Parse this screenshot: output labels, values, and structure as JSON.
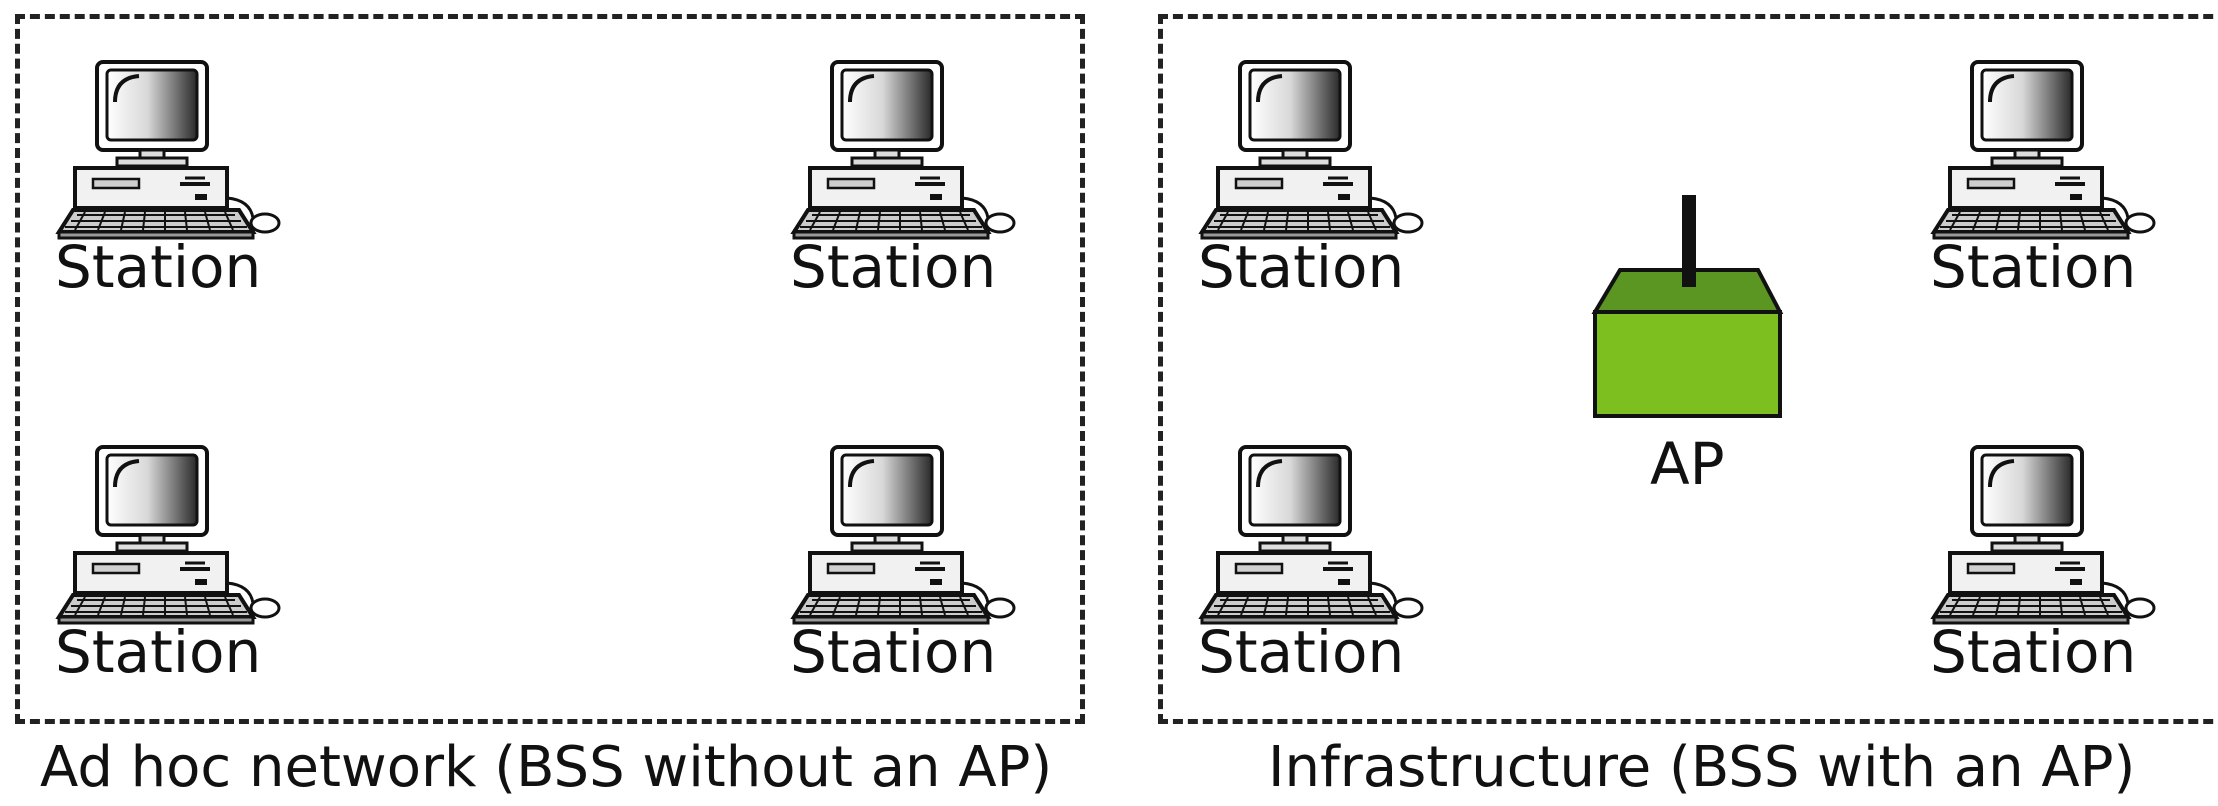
{
  "diagram": {
    "station_label": "Station",
    "ap_label": "AP",
    "adhoc_caption": "Ad hoc network  (BSS without an AP)",
    "infra_caption": "Infrastructure (BSS with an AP)",
    "colors": {
      "ap_front": "#7dbf1f",
      "ap_top": "#5a9621",
      "outline": "#111111",
      "dash": "#222222"
    }
  }
}
